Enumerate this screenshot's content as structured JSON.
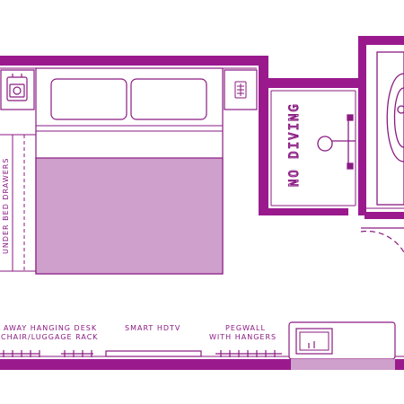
{
  "labels": {
    "under_bed": "UNDER BED DRAWERS",
    "no_diving": "NO DIVING",
    "hanging_desk_line1": "AWAY HANGING DESK",
    "hanging_desk_line2": "CHAIR/LUGGAGE RACK",
    "smart_tv": "SMART HDTV",
    "pegwall_line1": "PEGWALL",
    "pegwall_line2": "WITH HANGERS"
  },
  "colors": {
    "wall": "#9a1a8e",
    "line": "#8a1a82",
    "bed_blanket": "#cfa0cc",
    "sink_counter": "#cfa0cc",
    "background": "#ffffff"
  },
  "icons": {
    "nightstand_left": "alarm-clock-icon",
    "nightstand_right": "phone-keypad-icon",
    "bathroom_sink": "faucet-icon",
    "toilet": "toilet-icon",
    "door": "door-swing-icon"
  }
}
